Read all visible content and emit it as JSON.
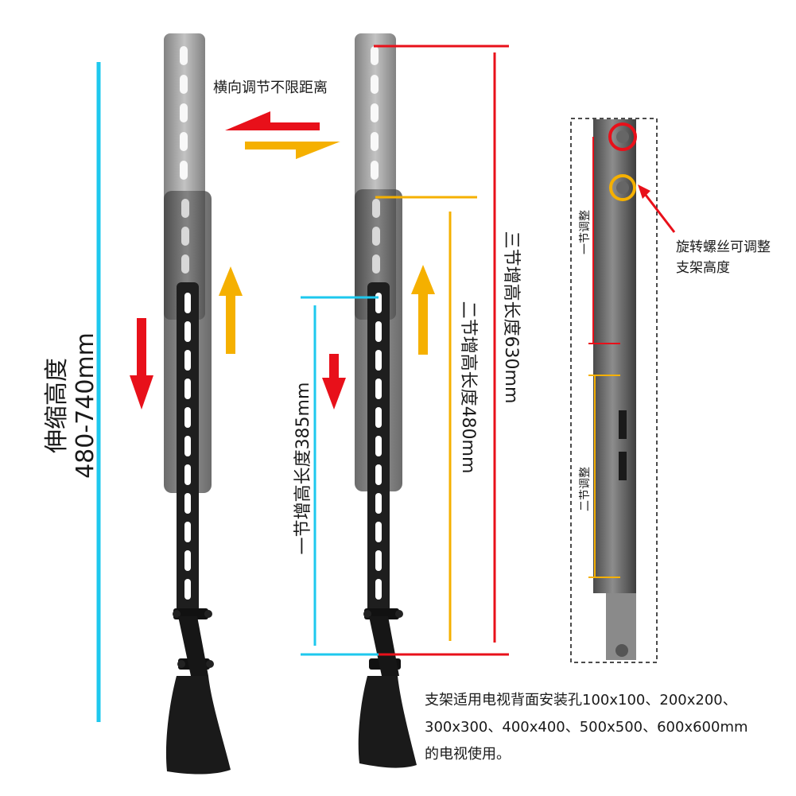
{
  "labels": {
    "range_title": "伸缩高度",
    "range_value": "480-740mm",
    "horizontal_note": "横向调节不限距离",
    "three_section": "三节增高长度630mm",
    "two_section": "二节增高长度480mm",
    "one_section": "一节增高长度385mm",
    "screw_note_line1": "旋转螺丝可调整",
    "screw_note_line2": "支架高度",
    "adjust_one": "一节调整",
    "adjust_two": "二节调整",
    "compat_line1": "支架适用电视背面安装孔100x100、200x200、",
    "compat_line2": "300x300、400x400、500x500、600x600mm",
    "compat_line3": "的电视使用。"
  },
  "colors": {
    "cyan": "#1ec8ee",
    "red": "#e8101a",
    "orange": "#f5b000",
    "metal": "#1e1e1e",
    "metal_light": "#9a9a9a"
  }
}
